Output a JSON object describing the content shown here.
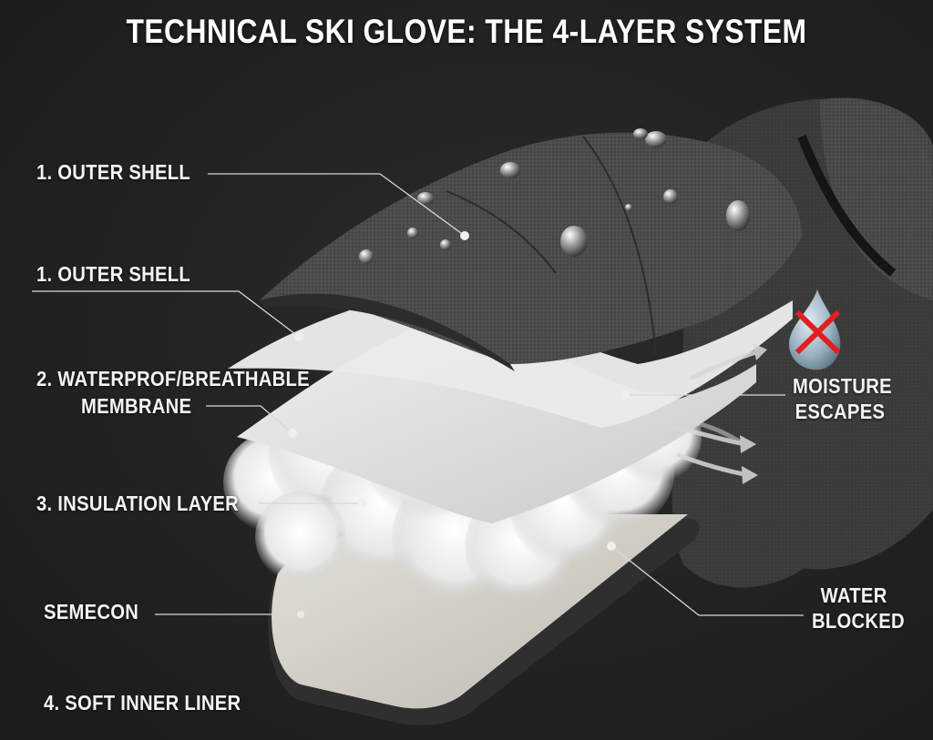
{
  "title": "TECHNICAL SKI GLOVE: THE 4-LAYER SYSTEM",
  "labels": {
    "outer_shell_top": "1. OUTER SHELL",
    "outer_shell_second": "1. OUTER SHELL",
    "membrane_line1": "2. WATERPROF/BREATHABLE",
    "membrane_line2": "MEMBRANE",
    "insulation": "3. INSULATION LAYER",
    "semecon": "SEMECON",
    "inner_liner": "4. SOFT INNER LINER",
    "moisture_line1": "MOISTURE",
    "moisture_line2": "ESCAPES",
    "water_line1": "WATER",
    "water_line2": "BLOCKED"
  },
  "icons": {
    "water_drop_crossed": "water-drop-with-red-x",
    "airflow_arrows": "curved-arrows-outward"
  },
  "colors": {
    "background": "#222223",
    "text": "#f3f3f3",
    "shell": "#4a4a4b",
    "membrane": "#e6e6e6",
    "insulation": "#f2f2f2",
    "liner": "#d9d6cf",
    "cross": "#e02020",
    "callout_line": "#d8d8d8"
  }
}
